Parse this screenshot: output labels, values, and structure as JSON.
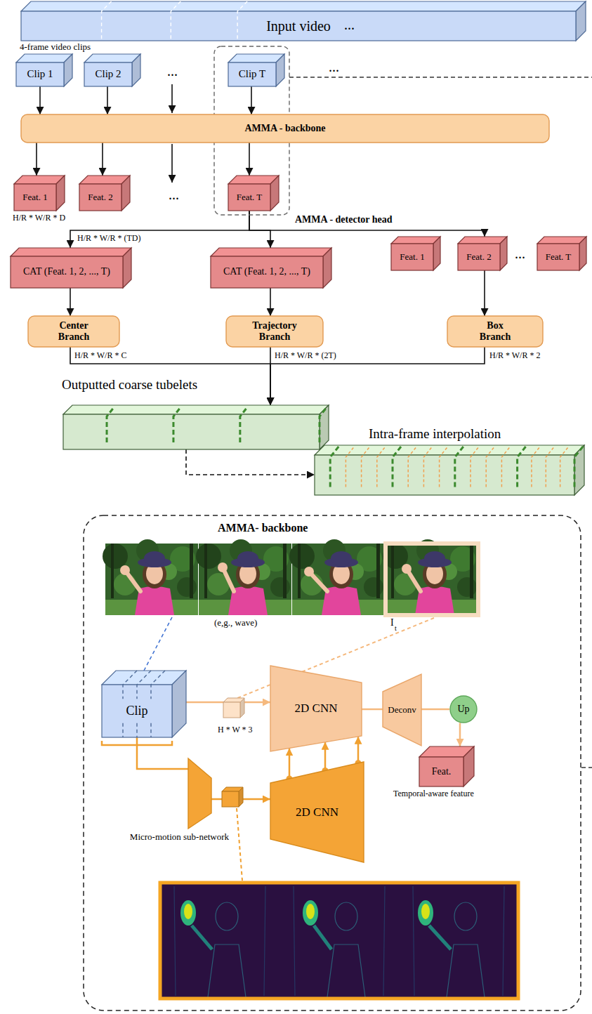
{
  "diagram": {
    "nodes": [
      {
        "text": [
          "Input video"
        ]
      },
      {
        "text": [
          "Clip 1"
        ]
      },
      {
        "text": [
          "Clip 2"
        ]
      },
      {
        "text": [
          "Clip T"
        ]
      },
      {
        "text": [
          "AMMA - backbone"
        ]
      },
      {
        "text": [
          "Feat. 1"
        ]
      },
      {
        "text": [
          "Feat. 2"
        ]
      },
      {
        "text": [
          "Feat. T"
        ]
      },
      {
        "text": [
          "CAT (Feat. 1, 2, ..., T)"
        ]
      },
      {
        "text": [
          "CAT (Feat. 1, 2, ..., T)"
        ]
      },
      {
        "text": [
          "Feat. 1"
        ]
      },
      {
        "text": [
          "Feat. 2"
        ]
      },
      {
        "text": [
          "Feat. T"
        ]
      },
      {
        "text": [
          "Center Branch"
        ]
      },
      {
        "text": [
          "Trajectory Branch"
        ]
      },
      {
        "text": [
          "Box Branch"
        ]
      },
      {
        "text": [
          "Outputted coarse tubelets"
        ]
      },
      {
        "text": [
          "Intra-frame interpolation"
        ]
      },
      {
        "text": [
          "AMMA- backbone"
        ]
      },
      {
        "text": [
          "Clip"
        ],
        "in": 18
      },
      {
        "text": [
          "2D CNN"
        ],
        "in": 18
      },
      {
        "text": [
          "Deconv"
        ],
        "in": 18
      },
      {
        "text": [
          "Up"
        ],
        "in": 18
      },
      {
        "text": [
          "Feat."
        ],
        "in": 18
      },
      {
        "text": [
          "Micro-motion sub-network"
        ],
        "in": 18
      },
      {
        "text": [
          "2D CNN"
        ],
        "in": 18
      }
    ],
    "edges": [
      {
        "from": 1,
        "to": 4,
        "arrow": "to"
      },
      {
        "from": 2,
        "to": 4,
        "arrow": "to"
      },
      {
        "from": 3,
        "to": 4,
        "arrow": "to"
      },
      {
        "from": 4,
        "to": 5,
        "arrow": "to"
      },
      {
        "from": 4,
        "to": 6,
        "arrow": "to"
      },
      {
        "from": 4,
        "to": 7,
        "arrow": "to"
      },
      {
        "from": 7,
        "to": 8,
        "arrow": "to"
      },
      {
        "from": 7,
        "to": 9,
        "arrow": "to"
      },
      {
        "from": 7,
        "to": 11,
        "arrow": "to"
      },
      {
        "from": 8,
        "to": 13,
        "arrow": "to"
      },
      {
        "from": 9,
        "to": 14,
        "arrow": "to"
      },
      {
        "from": 11,
        "to": 15,
        "arrow": "to"
      },
      {
        "from": 13,
        "to": 16,
        "arrow": "to"
      },
      {
        "from": 14,
        "to": 16,
        "arrow": "to"
      },
      {
        "from": 15,
        "to": 16,
        "arrow": "to"
      },
      {
        "from": 16,
        "to": 17,
        "arrow": "to"
      },
      {
        "from": 19,
        "to": 20,
        "arrow": "to"
      },
      {
        "from": 19,
        "to": 24,
        "arrow": "none"
      },
      {
        "from": 24,
        "to": 25,
        "arrow": "to"
      },
      {
        "from": 25,
        "to": 20,
        "arrow": "to"
      },
      {
        "from": 25,
        "to": 20,
        "arrow": "to"
      },
      {
        "from": 25,
        "to": 20,
        "arrow": "to"
      },
      {
        "from": 20,
        "to": 21,
        "arrow": "none"
      },
      {
        "from": 21,
        "to": 22,
        "arrow": "none"
      },
      {
        "from": 22,
        "to": 23,
        "arrow": "to"
      }
    ],
    "labels": [
      "...",
      "4-frame video clips",
      "...",
      "...",
      "...",
      "H/R * W/R * D",
      "AMMA - detector head",
      "H/R * W/R * (TD)",
      "...",
      "H/R * W/R * C",
      "H/R * W/R * (2T)",
      "H/R * W/R * 2",
      "(e,g., wave)",
      "I",
      "t",
      "H * W * 3",
      "Temporal-aware feature"
    ]
  }
}
